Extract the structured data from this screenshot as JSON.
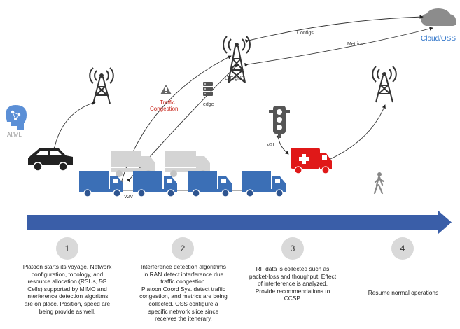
{
  "labels": {
    "cloud": "Cloud/OSS",
    "configs": "Configs",
    "metrics": "Metrics",
    "tower": "LTE/gNB",
    "ai": "AI/ML",
    "traffic": [
      "Traffic",
      "Congestion"
    ],
    "edge": "edge",
    "v2v": "V2V",
    "v2i": "V2I"
  },
  "colors": {
    "truck_blue": "#3b6fb6",
    "timeline_blue": "#3a5ea8",
    "cloud_label": "#2e74c9",
    "cloud_fill": "#8c8c8c",
    "ambulance": "#e01818",
    "congestion_text": "#c8281e",
    "ai_icon": "#5b8fd6",
    "gray_truck": "#d4d4d4"
  },
  "icons": [
    "tower-icon",
    "cloud-icon",
    "ai-brain-icon",
    "warning-icon",
    "edge-server-icon",
    "traffic-light-icon",
    "car-icon",
    "truck-icon",
    "ambulance-icon",
    "pedestrian-icon"
  ],
  "steps": [
    {
      "number": "1",
      "lines": [
        "Platoon starts its voyage. Network",
        "configuration, topology, and",
        "resource allocation (RSUs, 5G",
        "Cells) supported by MIMO and",
        "interference detection algoritms",
        "are on place. Position, speed are",
        "being provide as well."
      ]
    },
    {
      "number": "2",
      "lines": [
        "Interference detection algorithms",
        "in RAN detect interference due",
        "traffic congestion.",
        "Platoon Coord Sys. detect traffic",
        "congestion, and metrics are being",
        "collected.  OSS configure a",
        "specific network slice since",
        "receives the itenerary."
      ]
    },
    {
      "number": "3",
      "lines": [
        "RF data is collected such as",
        "packet-loss and thoughput. Effect",
        "of interference is analyzed.",
        "Provide recommendations to",
        "CCSP."
      ]
    },
    {
      "number": "4",
      "lines": [
        "Resume normal operations"
      ]
    }
  ]
}
